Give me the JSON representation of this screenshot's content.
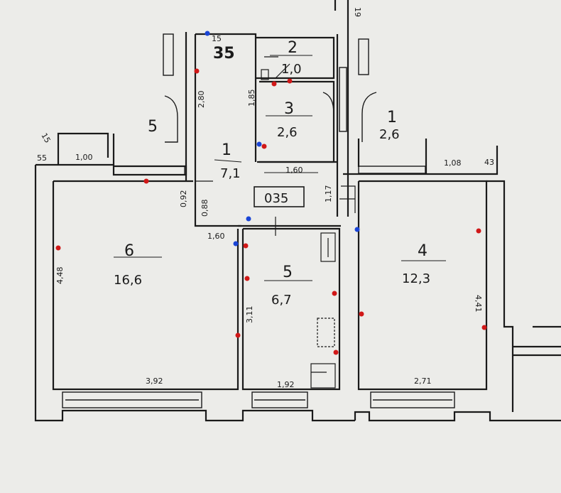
{
  "plan": {
    "apartment_number": "35",
    "corridor_label": "035",
    "rooms": [
      {
        "id": "room-1",
        "number": "1",
        "area": "7,1"
      },
      {
        "id": "room-2",
        "number": "2",
        "area": "1,0"
      },
      {
        "id": "room-3",
        "number": "3",
        "area": "2,6"
      },
      {
        "id": "room-4",
        "number": "4",
        "area": "12,3"
      },
      {
        "id": "room-5",
        "number": "5",
        "area": "6,7"
      },
      {
        "id": "room-6",
        "number": "6",
        "area": "16,6"
      },
      {
        "id": "room-left-stair",
        "number": "5",
        "area": ""
      },
      {
        "id": "room-right-balcony",
        "number": "1",
        "area": "2,6"
      }
    ],
    "dimensions": {
      "room6_height": "4,48",
      "room6_width": "3,92",
      "room5_height": "3,11",
      "room5_width": "1,92",
      "room4_height": "4,41",
      "room4_width": "2,71",
      "corridor_width": "1,60",
      "hall_width": "1,60",
      "hall_height": "2,80",
      "bath_height": "1,85",
      "left_top": "1,00",
      "right_top": "1,08",
      "door_small": "0,92",
      "door_small2": "0,88",
      "door_right": "1,17",
      "left_55": "55",
      "left_15": "15",
      "right_43": "43",
      "top_15": "15",
      "top_19": "19"
    },
    "marker_colors": {
      "red": "#d01818",
      "blue": "#1a45d6",
      "wall": "#1a1a1a"
    }
  }
}
